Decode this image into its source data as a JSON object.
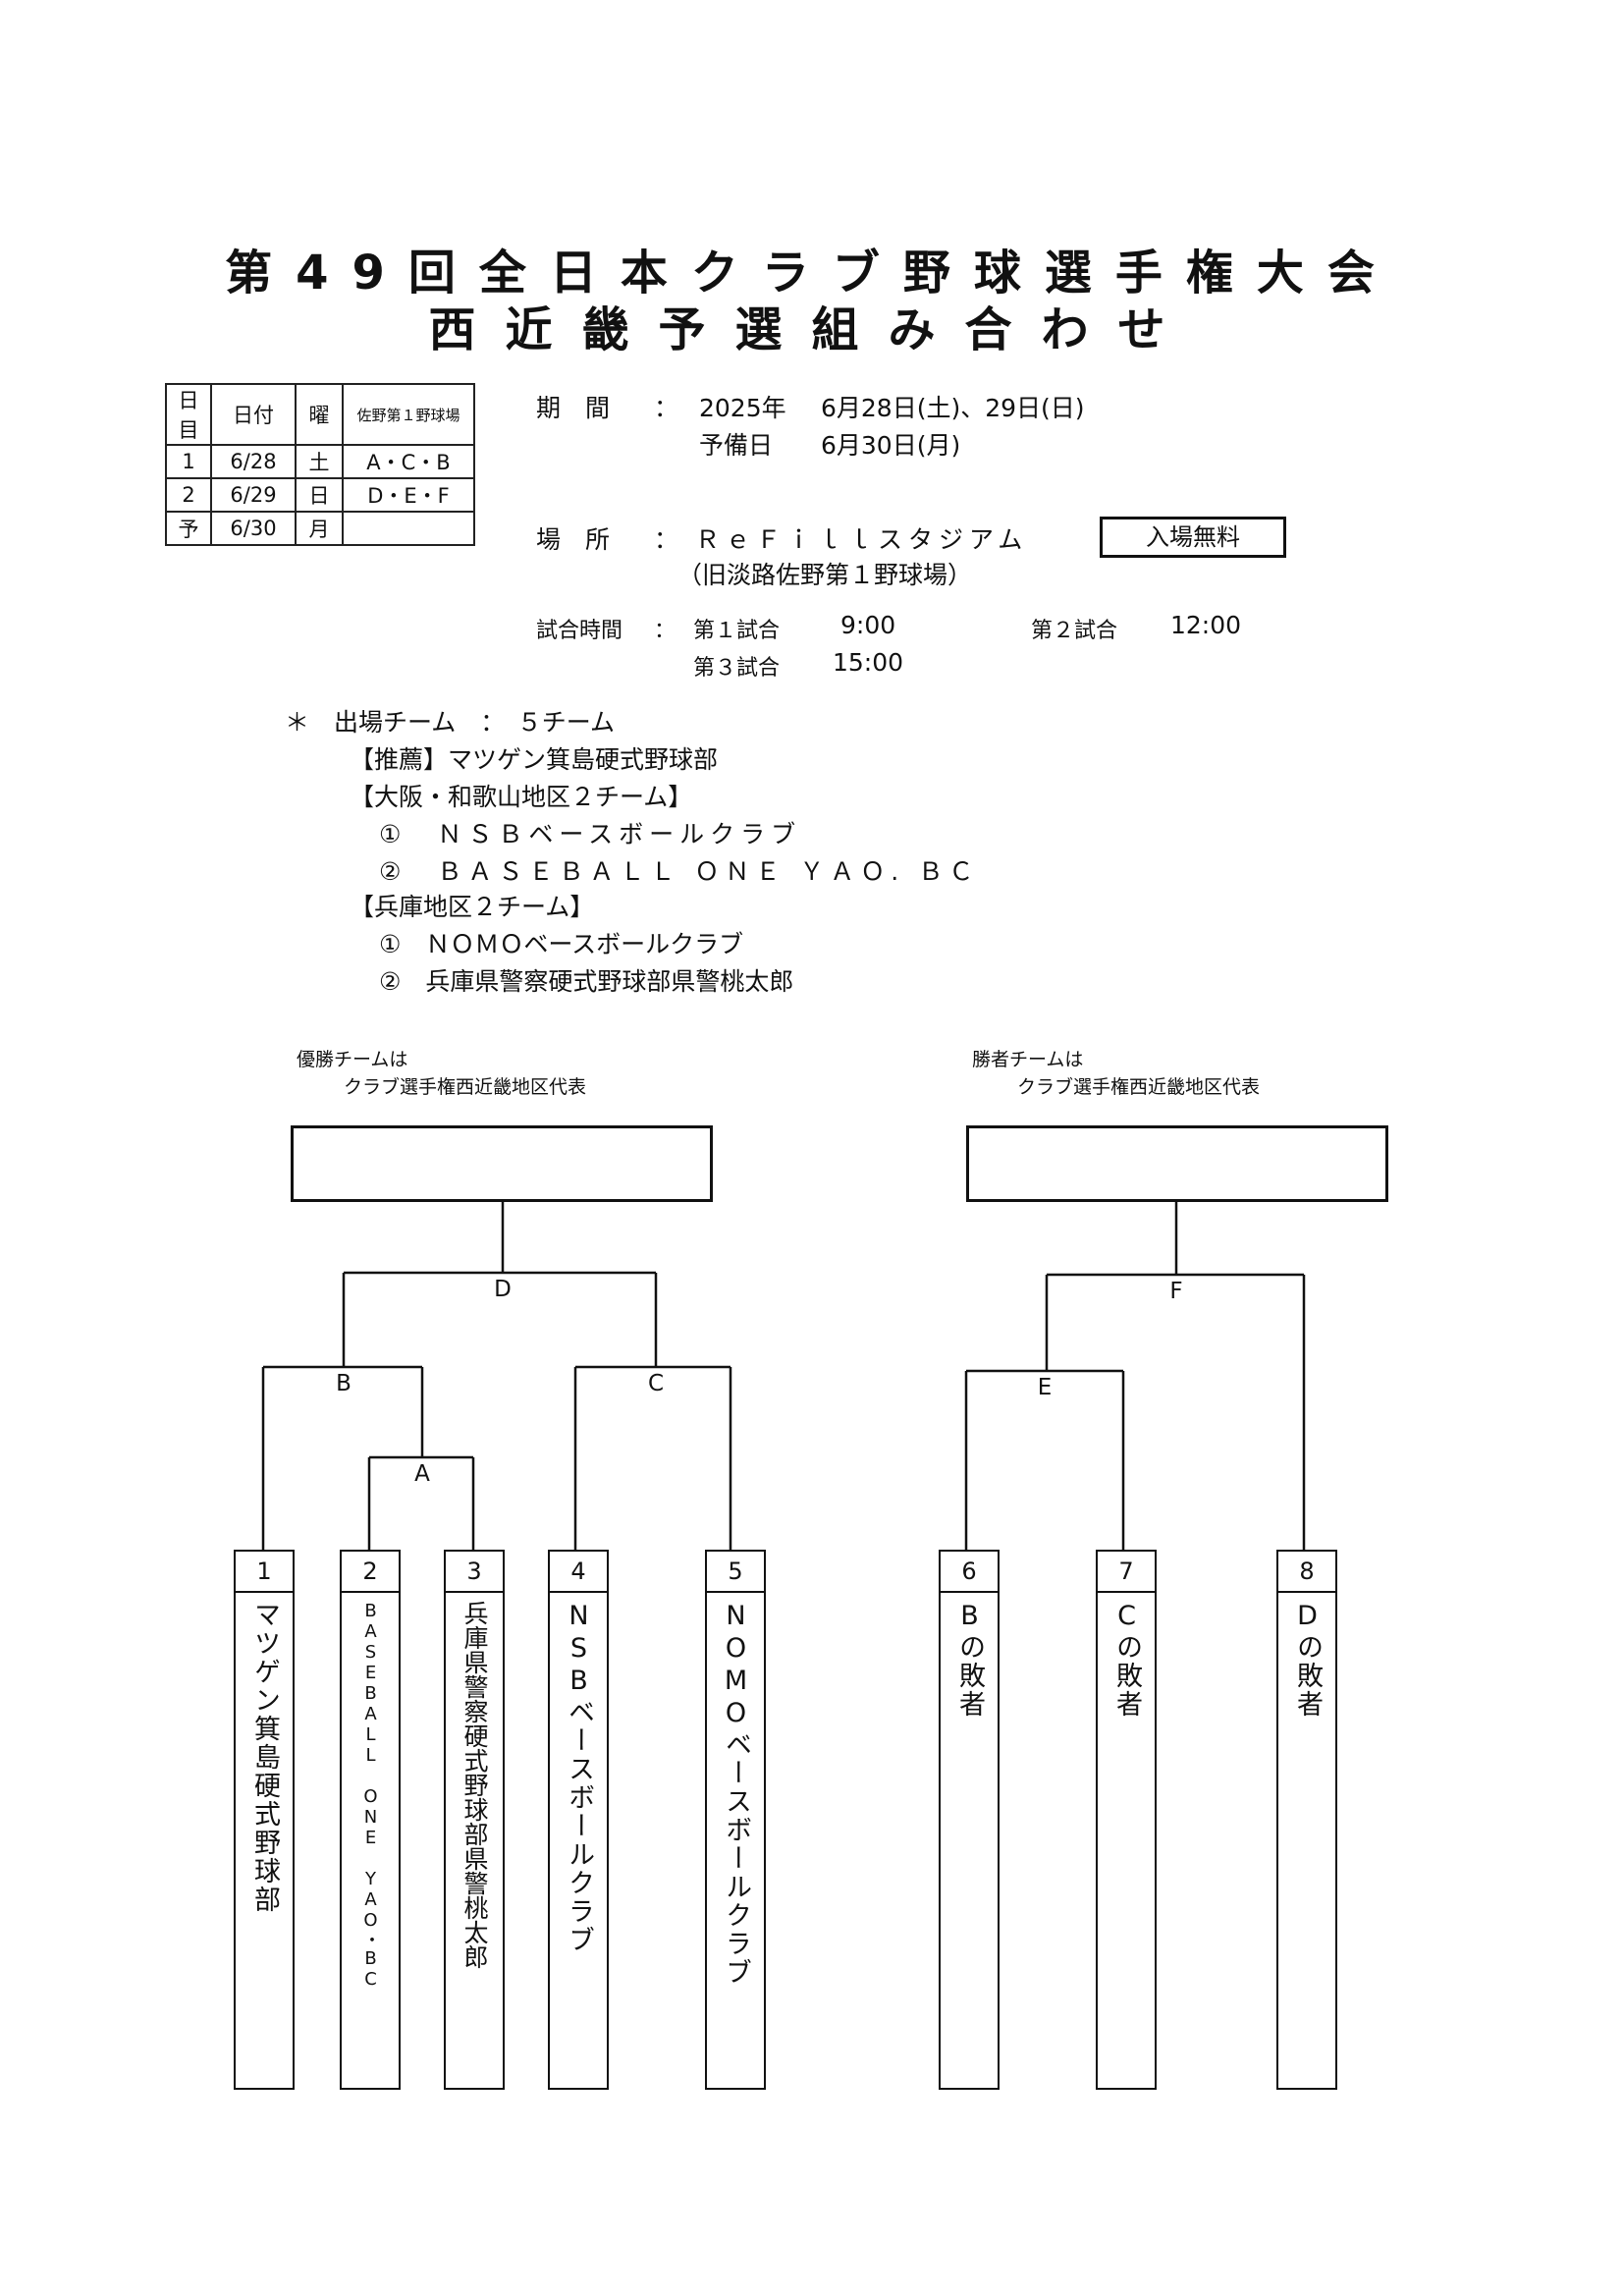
{
  "title_line1": "第49回全日本クラブ野球選手権大会",
  "title_line2": "西近畿予選組み合わせ",
  "schedule": {
    "headers": [
      "日目",
      "日付",
      "曜",
      "佐野第１野球場"
    ],
    "rows": [
      [
        "1",
        "6/28",
        "土",
        "A・C・B"
      ],
      [
        "2",
        "6/29",
        "日",
        "D・E・F"
      ],
      [
        "予",
        "6/30",
        "月",
        ""
      ]
    ]
  },
  "period": {
    "label": "期　間",
    "colon": "：",
    "year": "2025年",
    "dates": "6月28日(土)、29日(日)",
    "reserve_label": "予備日",
    "reserve_date": "6月30日(月)"
  },
  "venue": {
    "label": "場　所",
    "colon": "：",
    "name": "ＲｅＦｉｌｌスタジアム",
    "former": "（旧淡路佐野第１野球場）",
    "admission": "入場無料"
  },
  "times": {
    "label": "試合時間",
    "colon": "：",
    "g1_label": "第１試合",
    "g1_time": "9:00",
    "g2_label": "第２試合",
    "g2_time": "12:00",
    "g3_label": "第３試合",
    "g3_time": "15:00"
  },
  "teams": {
    "header": "＊　出場チーム　：　５チーム",
    "recommend": "【推薦】マツゲン箕島硬式野球部",
    "osaka_header": "【大阪・和歌山地区２チーム】",
    "osaka_1": "①　ＮＳＢベースボールクラブ",
    "osaka_2": "②　ＢＡＳＥＢＡＬＬ ＯＮＥ ＹＡＯ. ＢＣ",
    "hyogo_header": "【兵庫地区２チーム】",
    "hyogo_1": "①　ＮＯＭＯベースボールクラブ",
    "hyogo_2": "②　兵庫県警察硬式野球部県警桃太郎"
  },
  "bracket_left": {
    "note_line1": "優勝チームは",
    "note_line2": "クラブ選手権西近畿地区代表",
    "labels": {
      "D": "D",
      "B": "B",
      "C": "C",
      "A": "A"
    }
  },
  "bracket_right": {
    "note_line1": "勝者チームは",
    "note_line2": "クラブ選手権西近畿地区代表",
    "labels": {
      "F": "F",
      "E": "E"
    }
  },
  "slots": [
    {
      "num": "1",
      "name": "マツゲン箕島硬式野球部"
    },
    {
      "num": "2",
      "name": "BASEBALL ONE YAO・BC"
    },
    {
      "num": "3",
      "name": "兵庫県警察硬式野球部県警桃太郎"
    },
    {
      "num": "4",
      "name": "NSBベースボールクラブ"
    },
    {
      "num": "5",
      "name": "NOMOベースボールクラブ"
    },
    {
      "num": "6",
      "name": "Bの敗者"
    },
    {
      "num": "7",
      "name": "Cの敗者"
    },
    {
      "num": "8",
      "name": "Dの敗者"
    }
  ]
}
